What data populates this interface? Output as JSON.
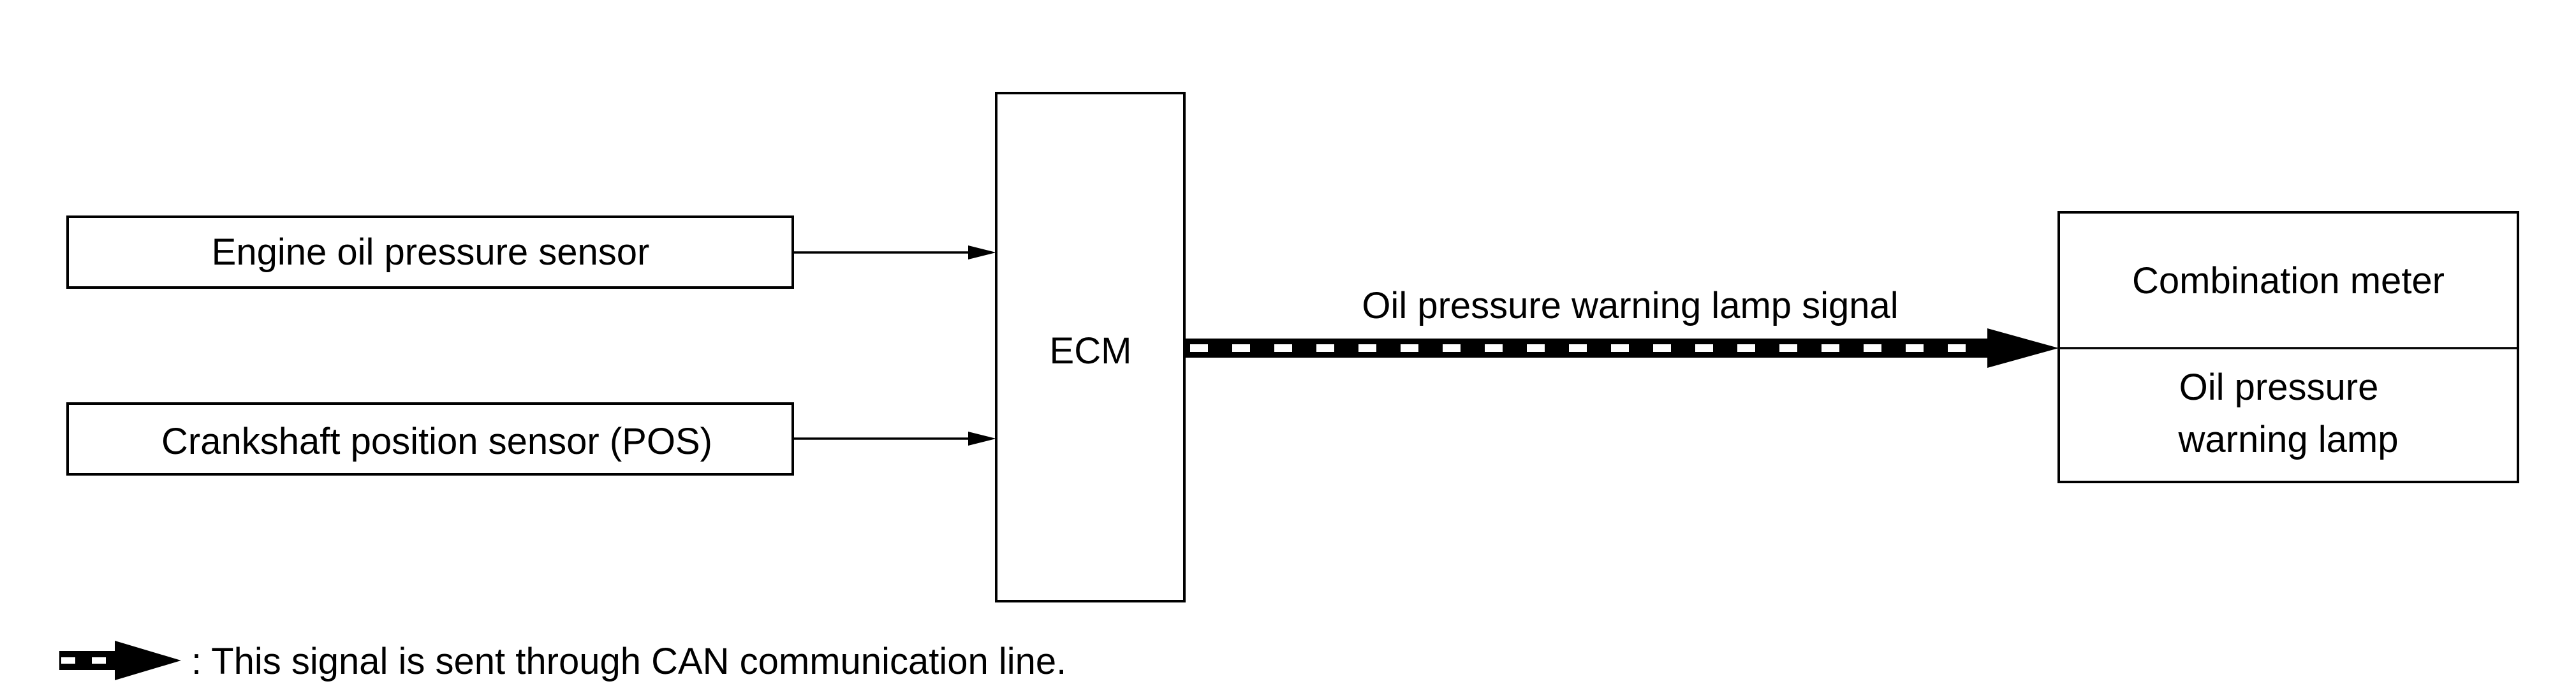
{
  "inputs": {
    "engine_oil_pressure_sensor": "Engine oil pressure sensor",
    "crankshaft_position_sensor": "Crankshaft position sensor (POS)"
  },
  "ecm": {
    "label": "ECM"
  },
  "signal": {
    "label": "Oil pressure warning lamp signal"
  },
  "combination_meter": {
    "title": "Combination meter",
    "lamp_line1": "Oil pressure",
    "lamp_line2": "warning lamp"
  },
  "legend": {
    "text": ": This signal is sent through CAN communication line."
  },
  "colors": {
    "line": "#000000",
    "background": "#ffffff"
  }
}
